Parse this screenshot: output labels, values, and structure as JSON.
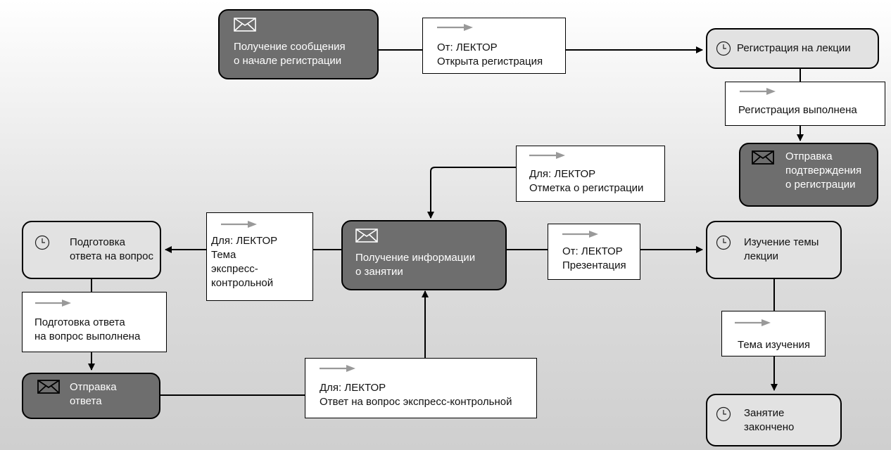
{
  "nodes": {
    "receive_registration_start": {
      "text": "Получение сообщения\nо начале регистрации"
    },
    "registration": {
      "text": "Регистрация на лекции"
    },
    "send_confirmation": {
      "text": "Отправка\nподтверждения\nо регистрации"
    },
    "receive_class_info": {
      "text": "Получение информации\nо занятии"
    },
    "prepare_answer": {
      "text": "Подготовка\nответа на вопрос"
    },
    "send_answer": {
      "text": "Отправка\nответа"
    },
    "study_topic": {
      "text": "Изучение темы\nлекции"
    },
    "class_finished": {
      "text": "Занятие\nзакончено"
    }
  },
  "messages": {
    "registration_opened": {
      "text": "От: ЛЕКТОР\nОткрыта регистрация"
    },
    "registration_done": {
      "text": "Регистрация выполнена"
    },
    "registration_mark": {
      "text": "Для: ЛЕКТОР\nОтметка о регистрации"
    },
    "quiz_topic": {
      "text": "Для: ЛЕКТОР\nТема\nэкспресс-\nконтрольной"
    },
    "presentation": {
      "text": "От: ЛЕКТОР\nПрезентация"
    },
    "answer_prepared": {
      "text": "Подготовка ответа\nна вопрос выполнена"
    },
    "quiz_answer": {
      "text": "Для: ЛЕКТОР\nОтвет на вопрос экспресс-контрольной"
    },
    "study_topic_msg": {
      "text": "Тема изучения"
    }
  },
  "colors": {
    "event_dark": "#6e6e6e",
    "activity_light": "#e2e2e2",
    "message_bg": "#ffffff",
    "line": "#000000",
    "message_arrow": "#999999"
  },
  "icons": {
    "envelope": "envelope-icon",
    "clock": "clock-icon",
    "arrow": "message-arrow-icon"
  }
}
